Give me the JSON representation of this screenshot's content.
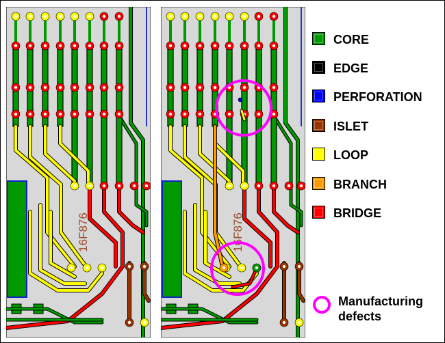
{
  "figure": {
    "chip_label": "16F876",
    "colors": {
      "board": "#d8d8d8",
      "core": "#009900",
      "edge": "#000000",
      "perforation": "#0000ff",
      "islet": "#993300",
      "loop": "#ffff00",
      "branch": "#ff9900",
      "bridge": "#ff0000",
      "highlight": "#ff00ff",
      "pad_blue_edge": "#0000cc"
    }
  },
  "legend": {
    "items": [
      {
        "key": "core",
        "label": "CORE",
        "color": "#009900"
      },
      {
        "key": "edge",
        "label": "EDGE",
        "color": "#000000"
      },
      {
        "key": "perforation",
        "label": "PERFORATION",
        "color": "#0000ff"
      },
      {
        "key": "islet",
        "label": "ISLET",
        "color": "#993300"
      },
      {
        "key": "loop",
        "label": "LOOP",
        "color": "#ffff00"
      },
      {
        "key": "branch",
        "label": "BRANCH",
        "color": "#ff9900"
      },
      {
        "key": "bridge",
        "label": "BRIDGE",
        "color": "#ff0000"
      }
    ],
    "defects_label_line1": "Manufacturing",
    "defects_label_line2": "defects"
  }
}
